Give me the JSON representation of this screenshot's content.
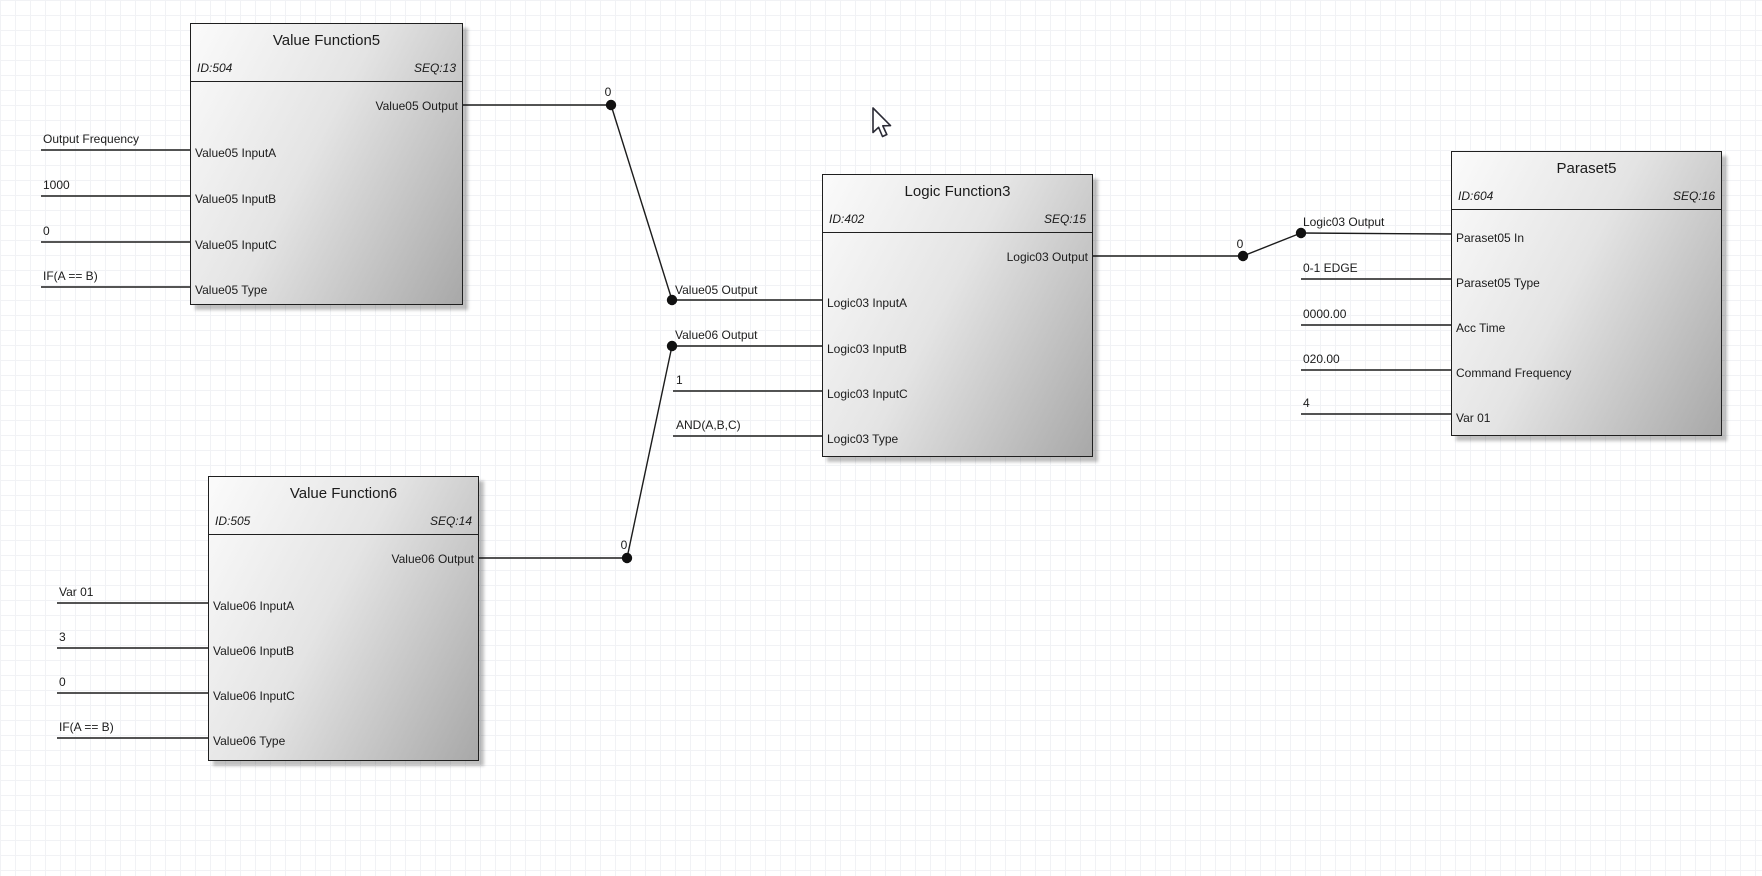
{
  "blocks": [
    {
      "title": "Value Function5",
      "id_label": "ID:504",
      "seq_label": "SEQ:13",
      "ports": [
        "Value05 Output",
        "Value05 InputA",
        "Value05 InputB",
        "Value05 InputC",
        "Value05 Type"
      ]
    },
    {
      "title": "Value Function6",
      "id_label": "ID:505",
      "seq_label": "SEQ:14",
      "ports": [
        "Value06 Output",
        "Value06 InputA",
        "Value06 InputB",
        "Value06 InputC",
        "Value06 Type"
      ]
    },
    {
      "title": "Logic Function3",
      "id_label": "ID:402",
      "seq_label": "SEQ:15",
      "ports": [
        "Logic03 Output",
        "Logic03 InputA",
        "Logic03 InputB",
        "Logic03 InputC",
        "Logic03 Type"
      ]
    },
    {
      "title": "Paraset5",
      "id_label": "ID:604",
      "seq_label": "SEQ:16",
      "ports": [
        "Paraset05 In",
        "Paraset05 Type",
        "Acc Time",
        "Command Frequency",
        "Var 01"
      ]
    }
  ],
  "free_labels": [
    "0",
    "Value05 Output",
    "Value06 Output",
    "1",
    "AND(A,B,C)",
    "0",
    "0",
    "Logic03 Output",
    "0-1 EDGE",
    "0000.00",
    "020.00",
    "4",
    "Output Frequency",
    "1000",
    "0",
    "IF(A == B)",
    "Var 01",
    "3",
    "0",
    "IF(A == B)"
  ],
  "colors": {
    "wire": "#1c1c1c",
    "block_border": "#1f1f1f",
    "junction_dot": "#111111",
    "grid_line": "#f1f2f5",
    "canvas_bg": "#ffffff"
  }
}
